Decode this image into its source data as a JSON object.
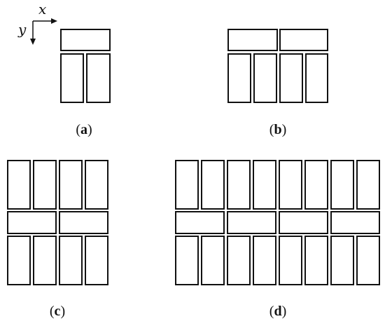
{
  "axes": {
    "x_label": "x",
    "y_label": "y"
  },
  "panels": [
    {
      "id": "a",
      "label_open": "(",
      "label_letter": "a",
      "label_close": ")"
    },
    {
      "id": "b",
      "label_open": "(",
      "label_letter": "b",
      "label_close": ")"
    },
    {
      "id": "c",
      "label_open": "(",
      "label_letter": "c",
      "label_close": ")"
    },
    {
      "id": "d",
      "label_open": "(",
      "label_letter": "d",
      "label_close": ")"
    }
  ]
}
